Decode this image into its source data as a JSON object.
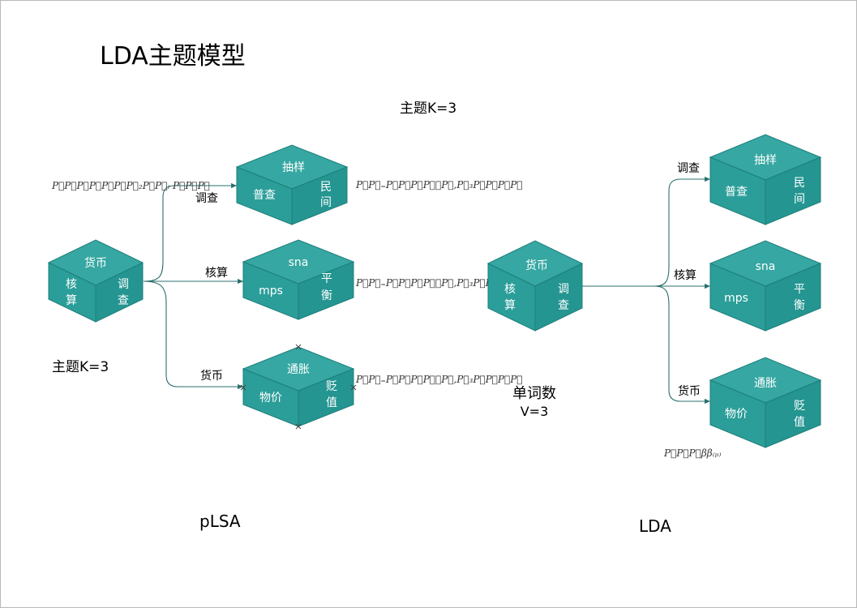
{
  "title": "LDA主题模型",
  "colors": {
    "cube_top": "#36a7a2",
    "cube_left": "#2b9e99",
    "cube_right": "#249591",
    "cube_edge": "#1f7f7b",
    "connector": "#2a6f6d"
  },
  "topics_label_top": "主题K=3",
  "topics_label_left": "主题K=3",
  "plsa": {
    "caption": "pLSA",
    "source_cube": {
      "top": "货币",
      "left": [
        "核",
        "算"
      ],
      "right": [
        "调",
        "查"
      ]
    },
    "edge_labels": [
      "调查",
      "核算",
      "货币"
    ],
    "cubes": [
      {
        "top": "抽样",
        "left": "普查",
        "right": [
          "民",
          "间"
        ]
      },
      {
        "top": "sna",
        "left": "mps",
        "right": [
          "平",
          "衡"
        ]
      },
      {
        "top": "通胀",
        "left": "物价",
        "right": [
          "贬",
          "值"
        ]
      }
    ],
    "formula_header": "P⃗P⃗P⃗P⃗P⃗P⃗P⃗₂P⃗P⃗₎  P⃗P⃗P⃗",
    "formula_rows": [
      "P⃗P⃗₌P⃗P⃗P⃗P⃗꜀P⃗,P⃗₃P⃗P⃗P⃗P⃗",
      "P⃗P⃗₌P⃗P⃗P⃗P⃗꜀P⃗,P⃗₃P⃗P⃗P⃗P⃗",
      "P⃗P⃗₌P⃗P⃗P⃗P⃗꜀P⃗,P⃗₃P⃗P⃗P⃗P⃗"
    ]
  },
  "lda": {
    "caption": "LDA",
    "vocab_label": "单词数",
    "vocab_value": "V=3",
    "source_cube": {
      "top": "货币",
      "left": [
        "核",
        "算"
      ],
      "right": [
        "调",
        "查"
      ]
    },
    "edge_labels": [
      "调查",
      "核算",
      "货币"
    ],
    "cubes": [
      {
        "top": "抽样",
        "left": "普查",
        "right": [
          "民",
          "间"
        ]
      },
      {
        "top": "sna",
        "left": "mps",
        "right": [
          "平",
          "衡"
        ]
      },
      {
        "top": "通胀",
        "left": "物价",
        "right": [
          "贬",
          "值"
        ]
      }
    ],
    "formula_footer": "P⃗P⃗P⃗ββ₍ₚ₎"
  }
}
